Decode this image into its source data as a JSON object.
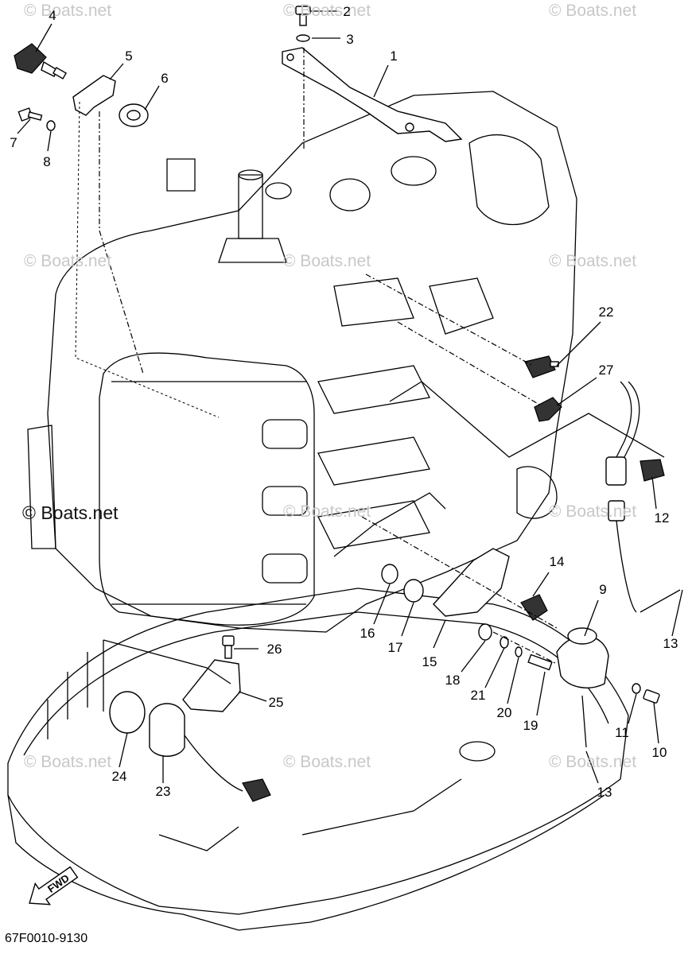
{
  "watermark": "© Boats.net",
  "diagram_code": "67F0010-9130",
  "fwd_label": "FWD",
  "callouts": [
    {
      "id": "c1",
      "text": "1"
    },
    {
      "id": "c2",
      "text": "2"
    },
    {
      "id": "c3",
      "text": "3"
    },
    {
      "id": "c4",
      "text": "4"
    },
    {
      "id": "c5",
      "text": "5"
    },
    {
      "id": "c6",
      "text": "6"
    },
    {
      "id": "c7",
      "text": "7"
    },
    {
      "id": "c8",
      "text": "8"
    },
    {
      "id": "c9",
      "text": "9"
    },
    {
      "id": "c10",
      "text": "10"
    },
    {
      "id": "c11",
      "text": "11"
    },
    {
      "id": "c12",
      "text": "12"
    },
    {
      "id": "c13a",
      "text": "13"
    },
    {
      "id": "c13b",
      "text": "13"
    },
    {
      "id": "c14",
      "text": "14"
    },
    {
      "id": "c15",
      "text": "15"
    },
    {
      "id": "c16",
      "text": "16"
    },
    {
      "id": "c17",
      "text": "17"
    },
    {
      "id": "c18",
      "text": "18"
    },
    {
      "id": "c19",
      "text": "19"
    },
    {
      "id": "c20",
      "text": "20"
    },
    {
      "id": "c21",
      "text": "21"
    },
    {
      "id": "c22",
      "text": "22"
    },
    {
      "id": "c23",
      "text": "23"
    },
    {
      "id": "c24",
      "text": "24"
    },
    {
      "id": "c25",
      "text": "25"
    },
    {
      "id": "c26",
      "text": "26"
    },
    {
      "id": "c27",
      "text": "27"
    }
  ]
}
